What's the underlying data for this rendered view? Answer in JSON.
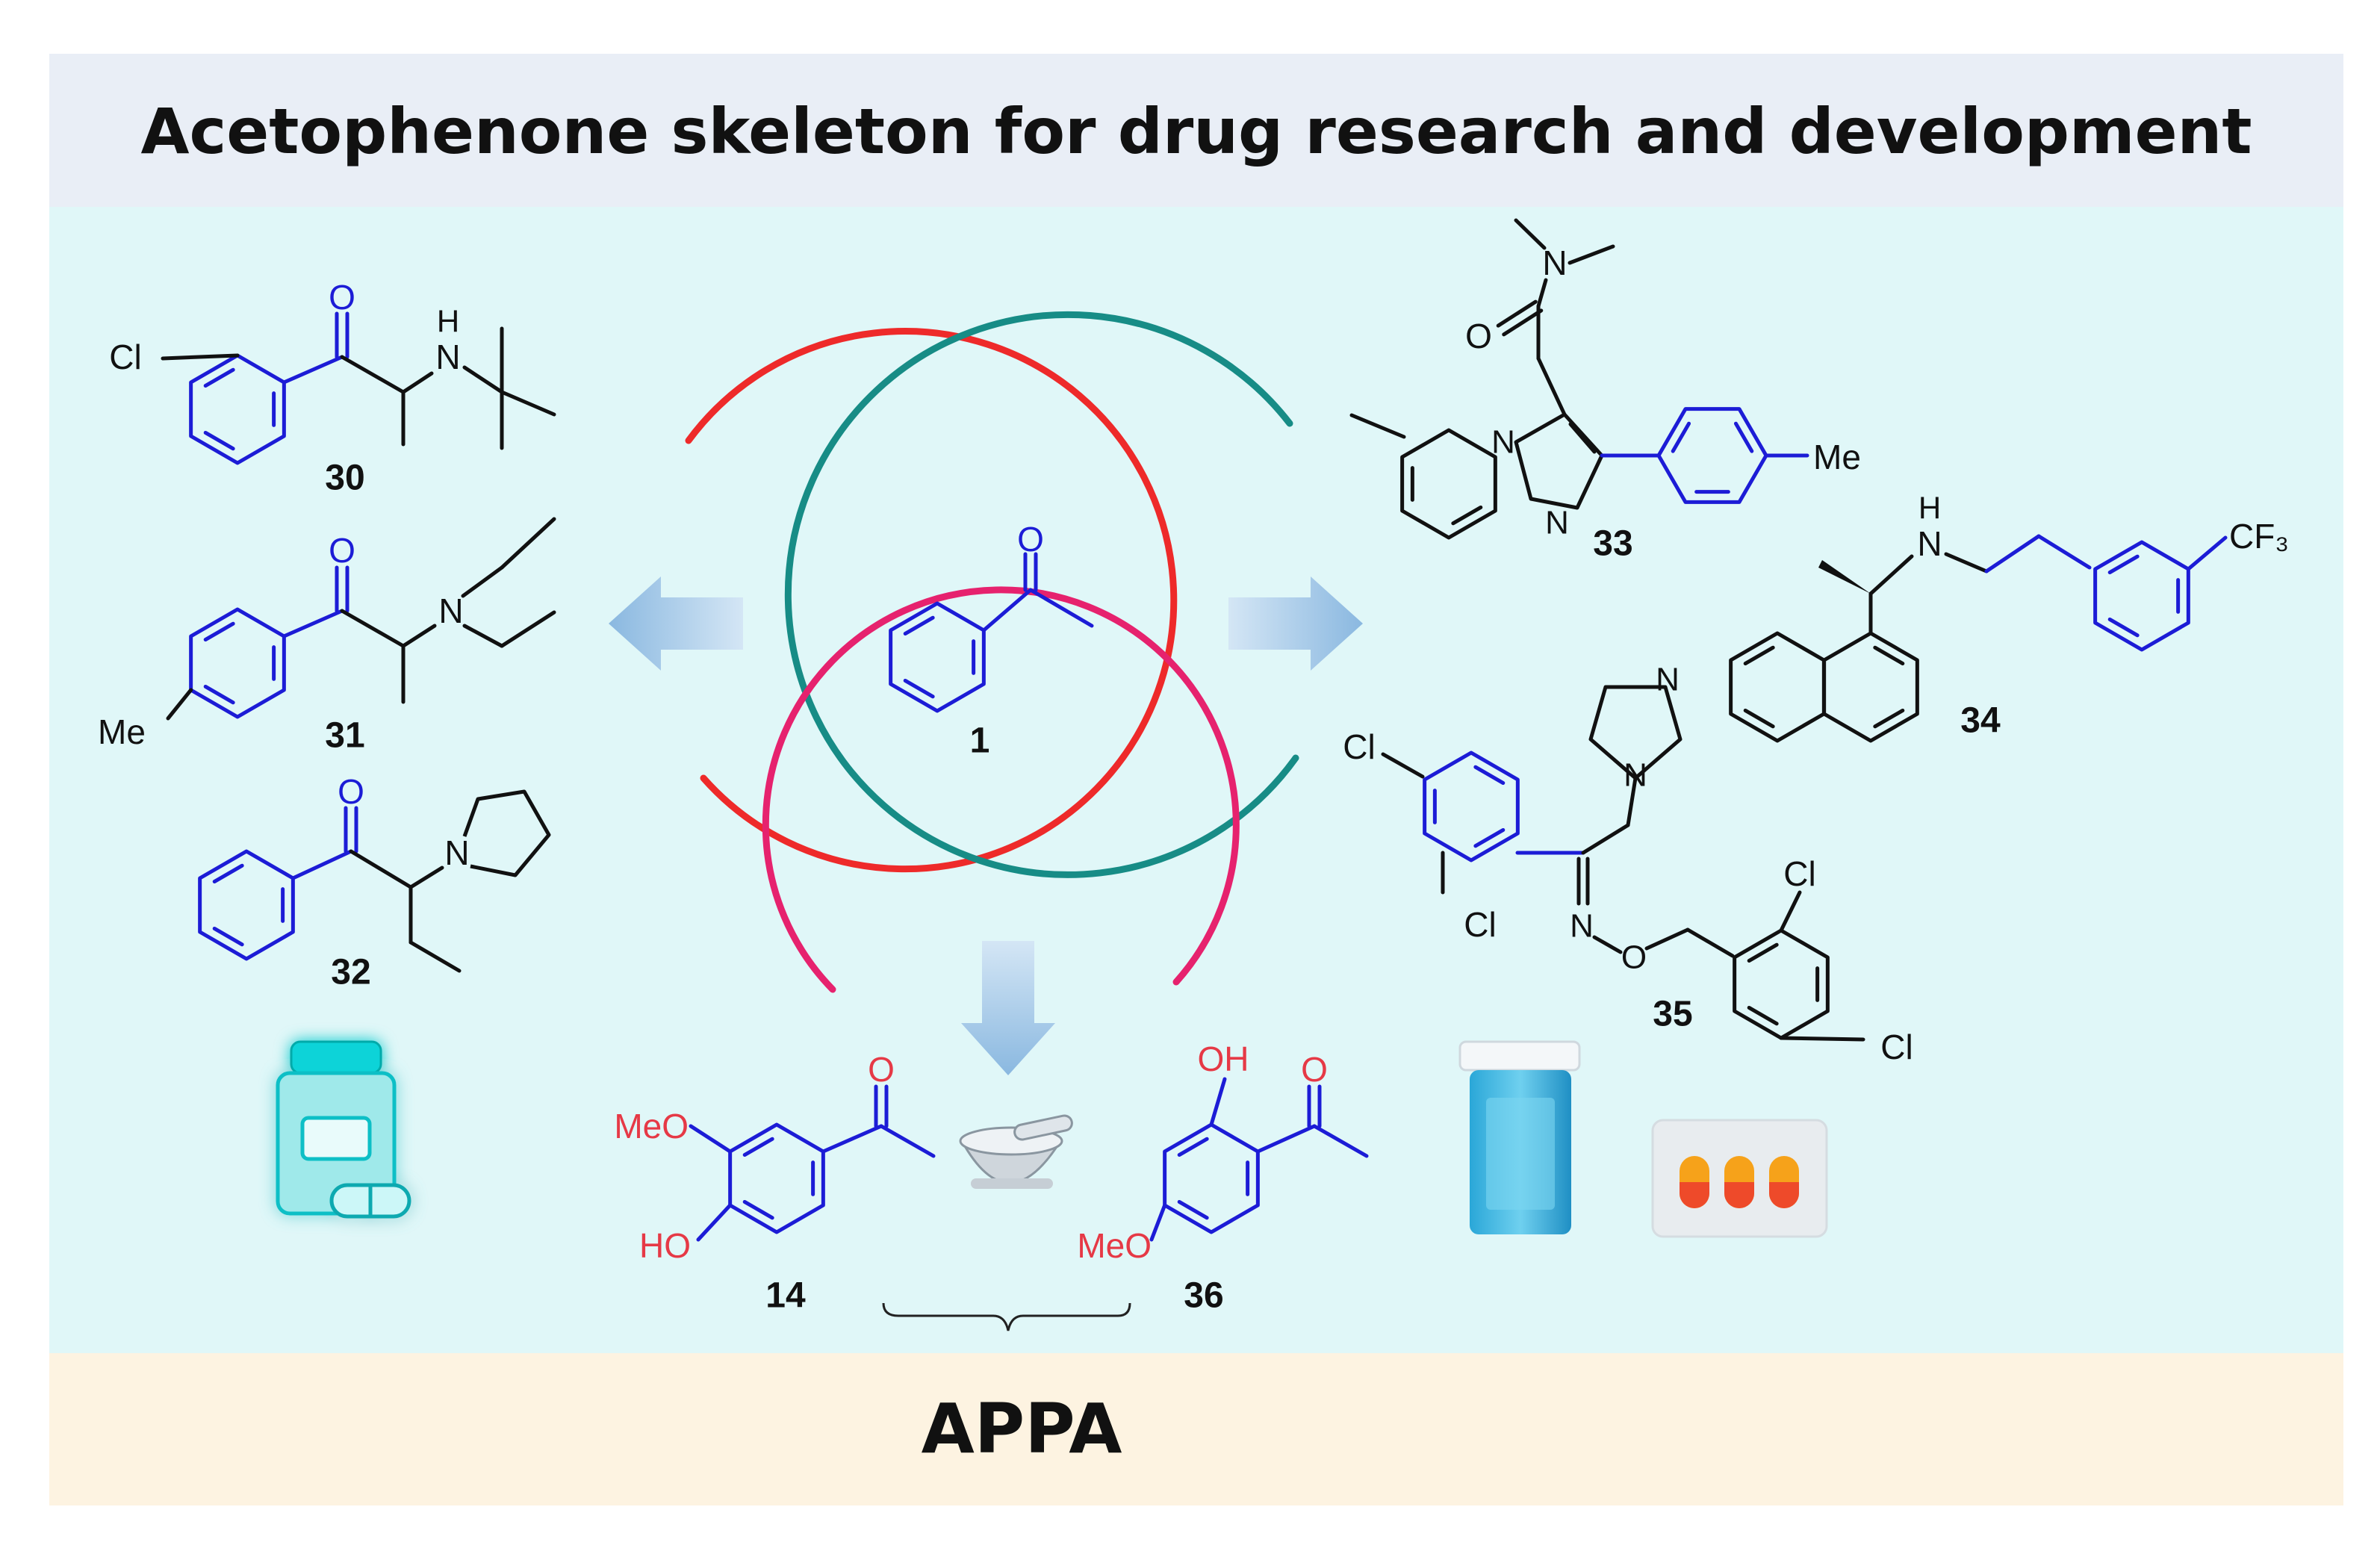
{
  "header": {
    "title": "Acetophenone skeleton for drug research and development"
  },
  "footer": {
    "label": "APPA"
  },
  "colors": {
    "header_bg": "#e9eef6",
    "main_bg": "#e0f7f8",
    "footer_bg": "#fdf3e1",
    "scaffold_blue": "#1c1cd6",
    "heteroatom_red": "#e63946",
    "ring_red": "#ee2a2a",
    "ring_teal": "#178c86",
    "ring_pink": "#e6226e",
    "arrow_blue": "#9cc3e4"
  },
  "compounds": {
    "c1": {
      "number": "1",
      "atoms": {
        "o": "O"
      }
    },
    "c30": {
      "number": "30",
      "atoms": {
        "cl": "Cl",
        "o": "O",
        "h": "H",
        "n": "N"
      }
    },
    "c31": {
      "number": "31",
      "atoms": {
        "me": "Me",
        "o": "O",
        "n": "N"
      }
    },
    "c32": {
      "number": "32",
      "atoms": {
        "o": "O",
        "n": "N"
      }
    },
    "c33": {
      "number": "33",
      "atoms": {
        "n_amide": "N",
        "o": "O",
        "n1": "N",
        "n2": "N",
        "me": "Me"
      }
    },
    "c34": {
      "number": "34",
      "atoms": {
        "h": "H",
        "n": "N",
        "cf3": "CF₃"
      }
    },
    "c35": {
      "number": "35",
      "atoms": {
        "cl1": "Cl",
        "cl2": "Cl",
        "n_im1": "N",
        "n_im2": "N",
        "n_oxime": "N",
        "o": "O",
        "cl3": "Cl",
        "cl4": "Cl"
      }
    },
    "c14": {
      "number": "14",
      "atoms": {
        "meo": "MeO",
        "ho": "HO",
        "o": "O"
      }
    },
    "c36": {
      "number": "36",
      "atoms": {
        "oh": "OH",
        "o": "O",
        "meo": "MeO"
      }
    }
  },
  "icons": [
    "medicine-bottle-icon",
    "mortar-pestle-icon",
    "pill-bottle-icon",
    "capsule-pack-icon"
  ]
}
